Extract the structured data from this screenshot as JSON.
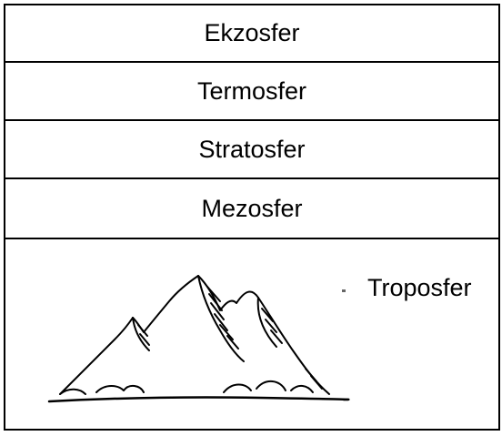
{
  "layers": [
    {
      "label": "Ekzosfer"
    },
    {
      "label": "Termosfer"
    },
    {
      "label": "Stratosfer"
    },
    {
      "label": "Mezosfer"
    },
    {
      "label": "Troposfer"
    }
  ],
  "colors": {
    "line": "#000000",
    "background": "#ffffff"
  },
  "icons": {
    "mountain": "mountain-icon"
  }
}
